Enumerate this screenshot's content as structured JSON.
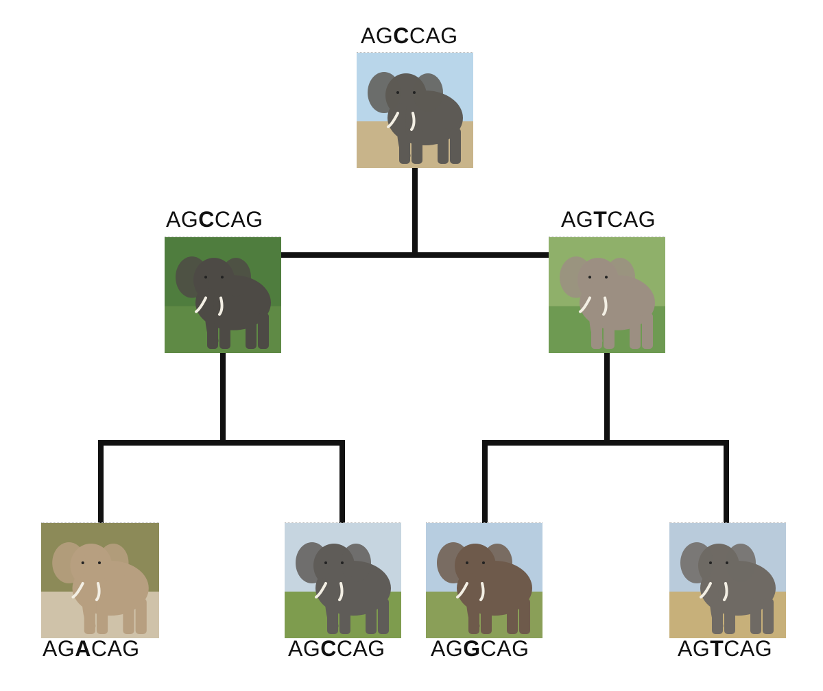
{
  "diagram": {
    "nodes": [
      {
        "id": "root",
        "seq_prefix": "AG",
        "seq_base": "C",
        "seq_suffix": "CAG",
        "photo_icon": "elephant-photo",
        "colors": {
          "sky": "#b9d6ea",
          "ground": "#c8b48a",
          "elephant": "#5d5a55"
        }
      },
      {
        "id": "left-parent",
        "seq_prefix": "AG",
        "seq_base": "C",
        "seq_suffix": "CAG",
        "photo_icon": "elephant-photo",
        "colors": {
          "sky": "#4f7d3e",
          "ground": "#5f8a45",
          "elephant": "#4d4a45"
        }
      },
      {
        "id": "right-parent",
        "seq_prefix": "AG",
        "seq_base": "T",
        "seq_suffix": "CAG",
        "photo_icon": "elephant-photo",
        "colors": {
          "sky": "#8fb06a",
          "ground": "#6e9a52",
          "elephant": "#9c8f82"
        }
      },
      {
        "id": "leaf-1",
        "seq_prefix": "AG",
        "seq_base": "A",
        "seq_suffix": "CAG",
        "photo_icon": "elephant-photo",
        "colors": {
          "sky": "#8c8a58",
          "ground": "#cfc2a9",
          "elephant": "#b79f80"
        }
      },
      {
        "id": "leaf-2",
        "seq_prefix": "AG",
        "seq_base": "C",
        "seq_suffix": "CAG",
        "photo_icon": "elephant-photo",
        "colors": {
          "sky": "#c6d5e0",
          "ground": "#7e9c4e",
          "elephant": "#5f5c58"
        }
      },
      {
        "id": "leaf-3",
        "seq_prefix": "AG",
        "seq_base": "G",
        "seq_suffix": "CAG",
        "photo_icon": "elephant-photo",
        "colors": {
          "sky": "#b7cde0",
          "ground": "#8a9f58",
          "elephant": "#6e5a4b"
        }
      },
      {
        "id": "leaf-4",
        "seq_prefix": "AG",
        "seq_base": "T",
        "seq_suffix": "CAG",
        "photo_icon": "elephant-photo",
        "colors": {
          "sky": "#b9cbdb",
          "ground": "#c7b07a",
          "elephant": "#6f6a64"
        }
      }
    ],
    "line_color": "#111111"
  }
}
